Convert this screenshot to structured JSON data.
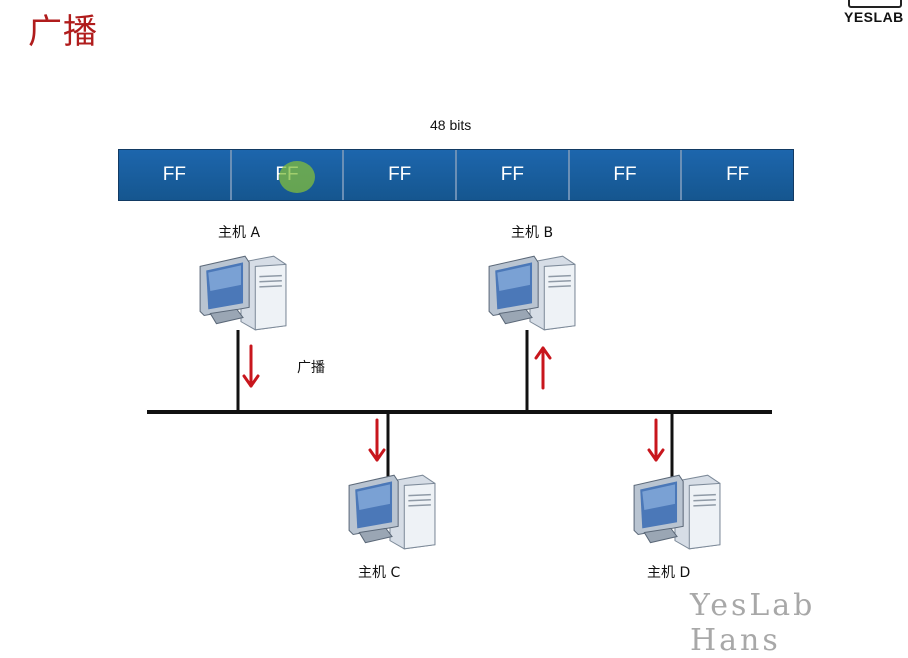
{
  "title": "广播",
  "logo": {
    "text": "YESLAB"
  },
  "frame": {
    "size_label": "48 bits",
    "bytes": [
      "FF",
      "FF",
      "FF",
      "FF",
      "FF",
      "FF"
    ]
  },
  "hosts": {
    "a": {
      "label": "主机 A"
    },
    "b": {
      "label": "主机 B"
    },
    "c": {
      "label": "主机 C"
    },
    "d": {
      "label": "主机 D"
    }
  },
  "bus_label": "广播",
  "arrow_color": "#c8161d",
  "watermark": "YesLab Hans"
}
